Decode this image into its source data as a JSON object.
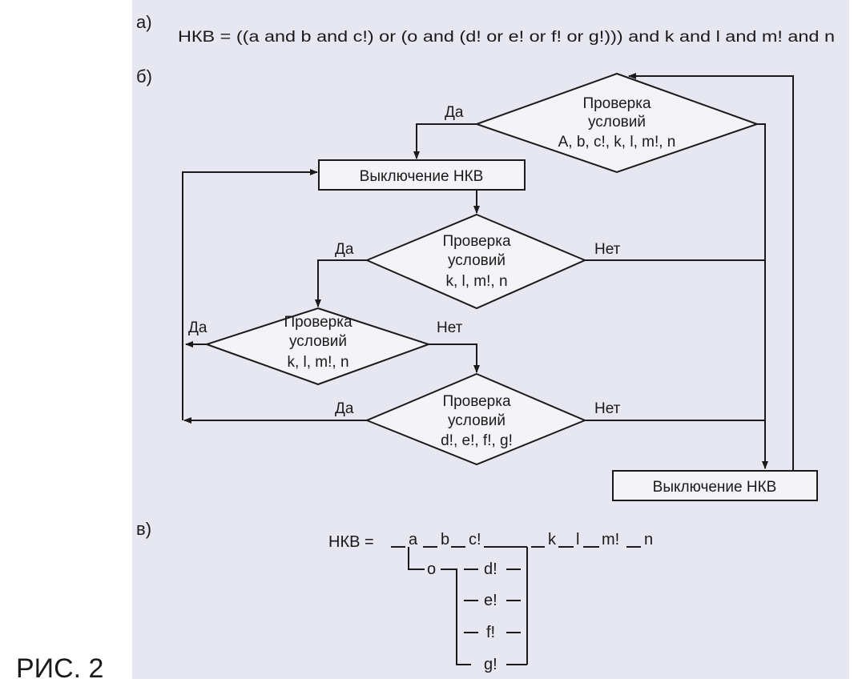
{
  "part_a": {
    "label": "а)",
    "formula": "НКВ = ((a and b and c!) or (o and (d! or e! or f! or g!))) and k and l and m! and n"
  },
  "part_b": {
    "label": "б)",
    "decision_top": {
      "line1": "Проверка",
      "line2": "условий",
      "line3": "A, b, c!, k, l, m!, n"
    },
    "box_main": "Выключение НКВ",
    "decision_2": {
      "line1": "Проверка",
      "line2": "условий",
      "line3": "k, l, m!, n"
    },
    "decision_3": {
      "line1": "Проверка",
      "line2": "условий",
      "line3": "k, l, m!, n"
    },
    "decision_4": {
      "line1": "Проверка",
      "line2": "условий",
      "line3": "d!, e!, f!, g!"
    },
    "box_bottom": "Выключение НКВ",
    "yes": "Да",
    "no": "Нет"
  },
  "part_c": {
    "label": "в)",
    "lhs": "НКВ =",
    "top_row": [
      "a",
      "b",
      "c!",
      "k",
      "l",
      "m!",
      "n"
    ],
    "branch": "o",
    "parallel": [
      "d!",
      "e!",
      "f!",
      "g!"
    ]
  },
  "caption": "РИС. 2",
  "colors": {
    "panel": "#e6e7f0",
    "ink": "#1a1a1a"
  }
}
